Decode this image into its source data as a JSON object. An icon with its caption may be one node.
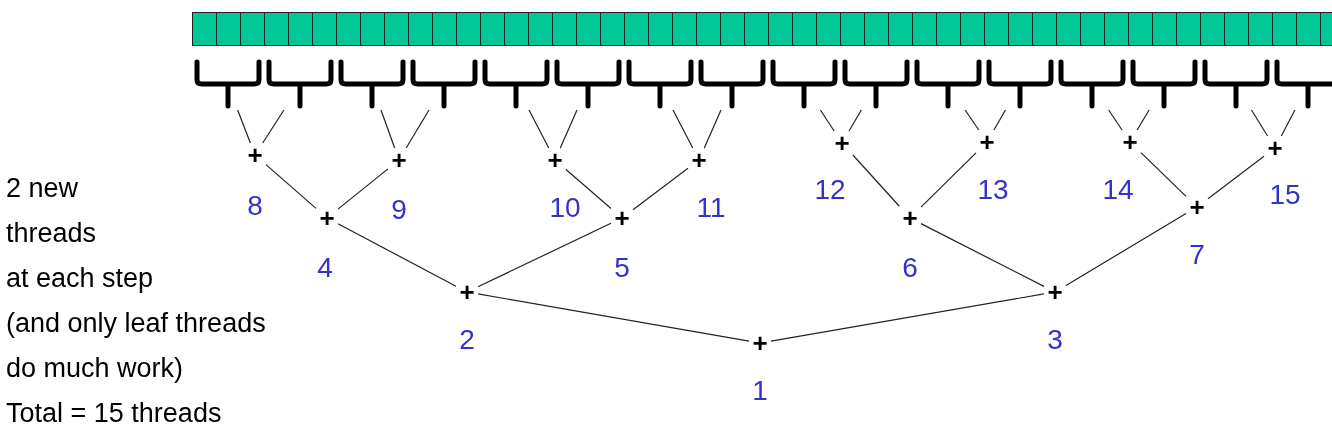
{
  "diagram": {
    "nodes": [
      {
        "text": [],
        "shape": "brace"
      },
      {
        "text": [],
        "shape": "brace"
      },
      {
        "text": [],
        "shape": "brace"
      },
      {
        "text": [],
        "shape": "brace"
      },
      {
        "text": [],
        "shape": "brace"
      },
      {
        "text": [],
        "shape": "brace"
      },
      {
        "text": [],
        "shape": "brace"
      },
      {
        "text": [],
        "shape": "brace"
      },
      {
        "text": [],
        "shape": "brace"
      },
      {
        "text": [],
        "shape": "brace"
      },
      {
        "text": [],
        "shape": "brace"
      },
      {
        "text": [],
        "shape": "brace"
      },
      {
        "text": [],
        "shape": "brace"
      },
      {
        "text": [],
        "shape": "brace"
      },
      {
        "text": [],
        "shape": "brace"
      },
      {
        "text": [],
        "shape": "brace"
      },
      {
        "text": [
          "+"
        ],
        "beside": [
          "1"
        ]
      },
      {
        "text": [
          "+"
        ],
        "beside": [
          "2"
        ]
      },
      {
        "text": [
          "+"
        ],
        "beside": [
          "3"
        ]
      },
      {
        "text": [
          "+"
        ],
        "beside": [
          "4"
        ]
      },
      {
        "text": [
          "+"
        ],
        "beside": [
          "5"
        ]
      },
      {
        "text": [
          "+"
        ],
        "beside": [
          "6"
        ]
      },
      {
        "text": [
          "+"
        ],
        "beside": [
          "7"
        ]
      },
      {
        "text": [
          "+"
        ],
        "beside": [
          "8"
        ]
      },
      {
        "text": [
          "+"
        ],
        "beside": [
          "9"
        ]
      },
      {
        "text": [
          "+"
        ],
        "beside": [
          "10"
        ]
      },
      {
        "text": [
          "+"
        ],
        "beside": [
          "11"
        ]
      },
      {
        "text": [
          "+"
        ],
        "beside": [
          "12"
        ]
      },
      {
        "text": [
          "+"
        ],
        "beside": [
          "13"
        ]
      },
      {
        "text": [
          "+"
        ],
        "beside": [
          "14"
        ]
      },
      {
        "text": [
          "+"
        ],
        "beside": [
          "15"
        ]
      }
    ],
    "edges": [
      {
        "from": 0,
        "to": 23,
        "arrow": "none"
      },
      {
        "from": 1,
        "to": 23,
        "arrow": "none"
      },
      {
        "from": 2,
        "to": 24,
        "arrow": "none"
      },
      {
        "from": 3,
        "to": 24,
        "arrow": "none"
      },
      {
        "from": 4,
        "to": 25,
        "arrow": "none"
      },
      {
        "from": 5,
        "to": 25,
        "arrow": "none"
      },
      {
        "from": 6,
        "to": 26,
        "arrow": "none"
      },
      {
        "from": 7,
        "to": 26,
        "arrow": "none"
      },
      {
        "from": 8,
        "to": 27,
        "arrow": "none"
      },
      {
        "from": 9,
        "to": 27,
        "arrow": "none"
      },
      {
        "from": 10,
        "to": 28,
        "arrow": "none"
      },
      {
        "from": 11,
        "to": 28,
        "arrow": "none"
      },
      {
        "from": 12,
        "to": 29,
        "arrow": "none"
      },
      {
        "from": 13,
        "to": 29,
        "arrow": "none"
      },
      {
        "from": 14,
        "to": 30,
        "arrow": "none"
      },
      {
        "from": 15,
        "to": 30,
        "arrow": "none"
      },
      {
        "from": 23,
        "to": 19,
        "arrow": "none"
      },
      {
        "from": 24,
        "to": 19,
        "arrow": "none"
      },
      {
        "from": 25,
        "to": 20,
        "arrow": "none"
      },
      {
        "from": 26,
        "to": 20,
        "arrow": "none"
      },
      {
        "from": 27,
        "to": 21,
        "arrow": "none"
      },
      {
        "from": 28,
        "to": 21,
        "arrow": "none"
      },
      {
        "from": 29,
        "to": 22,
        "arrow": "none"
      },
      {
        "from": 30,
        "to": 22,
        "arrow": "none"
      },
      {
        "from": 19,
        "to": 17,
        "arrow": "none"
      },
      {
        "from": 20,
        "to": 17,
        "arrow": "none"
      },
      {
        "from": 21,
        "to": 18,
        "arrow": "none"
      },
      {
        "from": 22,
        "to": 18,
        "arrow": "none"
      },
      {
        "from": 17,
        "to": 16,
        "arrow": "none"
      },
      {
        "from": 18,
        "to": 16,
        "arrow": "none"
      }
    ],
    "labels": [
      "2 new",
      "threads",
      "at each step",
      "(and only leaf threads",
      "do much work)",
      "Total = 15 threads"
    ]
  }
}
